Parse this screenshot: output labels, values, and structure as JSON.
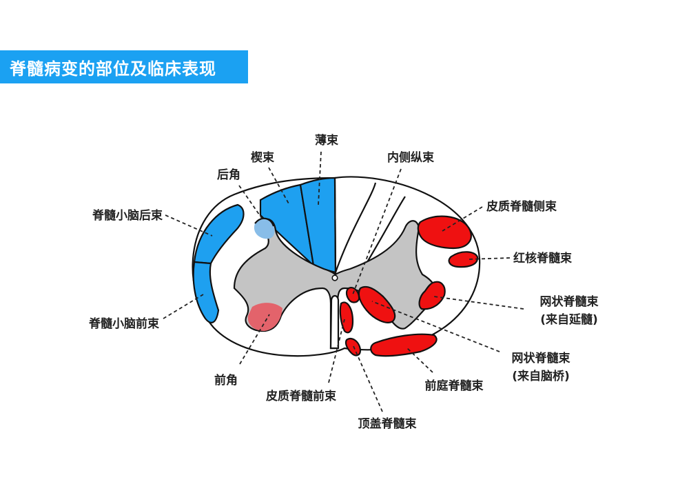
{
  "title": "脊髓病变的部位及临床表现",
  "colors": {
    "title_bg": "#1ba1f2",
    "sensory_tract": "#1ea0f0",
    "motor_tract": "#ef1111",
    "grey_matter": "#c4c4c4",
    "posterior_horn_lesion": "#88bde8",
    "anterior_horn_lesion": "#e3636b",
    "outline": "#111111"
  },
  "labels": {
    "fasciculus_gracilis": "薄束",
    "fasciculus_cuneatus": "楔束",
    "posterior_horn": "后角",
    "posterior_spinocerebellar": "脊髓小脑后束",
    "anterior_spinocerebellar": "脊髓小脑前束",
    "anterior_horn": "前角",
    "anterior_corticospinal": "皮质脊髓前束",
    "tectospinal": "顶盖脊髓束",
    "vestibulospinal": "前庭脊髓束",
    "reticulospinal_pons": [
      "网状脊髓束",
      "(来自脑桥)"
    ],
    "reticulospinal_medulla": [
      "网状脊髓束",
      "(来自延髓)"
    ],
    "rubrospinal": "红核脊髓束",
    "lateral_corticospinal": "皮质脊髓侧束",
    "medial_longitudinal": "内侧纵束"
  }
}
